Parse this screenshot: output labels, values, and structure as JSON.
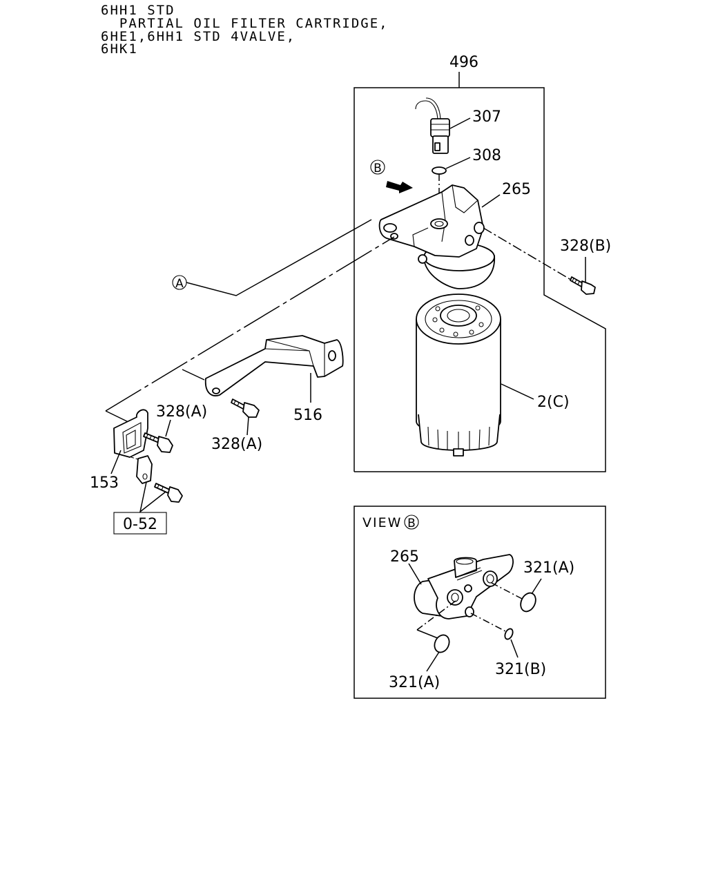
{
  "header": {
    "line1": "6HH1 STD",
    "line2": "  PARTIAL OIL FILTER CARTRIDGE,",
    "line3": "6HE1,6HH1 STD 4VALVE,",
    "line4": "6HK1"
  },
  "callouts": {
    "a": "A",
    "b": "B",
    "view_prefix": "VIEW"
  },
  "labels": {
    "p496": "496",
    "p307": "307",
    "p308": "308",
    "p265": "265",
    "p328b": "328(B)",
    "p2c": "2(C)",
    "p516": "516",
    "p328a_1": "328(A)",
    "p328a_2": "328(A)",
    "p153": "153",
    "ref": "0-52",
    "view_265": "265",
    "p321a_1": "321(A)",
    "p321a_2": "321(A)",
    "p321b": "321(B)"
  }
}
